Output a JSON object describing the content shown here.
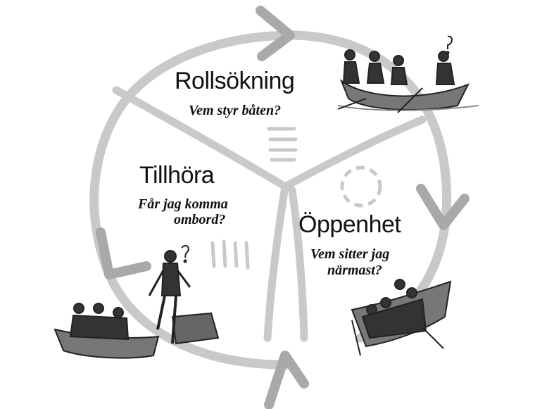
{
  "stages": [
    {
      "title": "Rollsökning",
      "question": "Vem styr båten?"
    },
    {
      "title": "Öppenhet",
      "question_line1": "Vem sitter jag",
      "question_line2": "närmast?"
    },
    {
      "title": "Tillhöra",
      "question_line1": "Får jag komma",
      "question_line2": "ombord?"
    }
  ],
  "colors": {
    "cycle": "#c9c9c9",
    "arrowhead": "#a9a9a9",
    "ink": "#222222",
    "text": "#111111"
  }
}
